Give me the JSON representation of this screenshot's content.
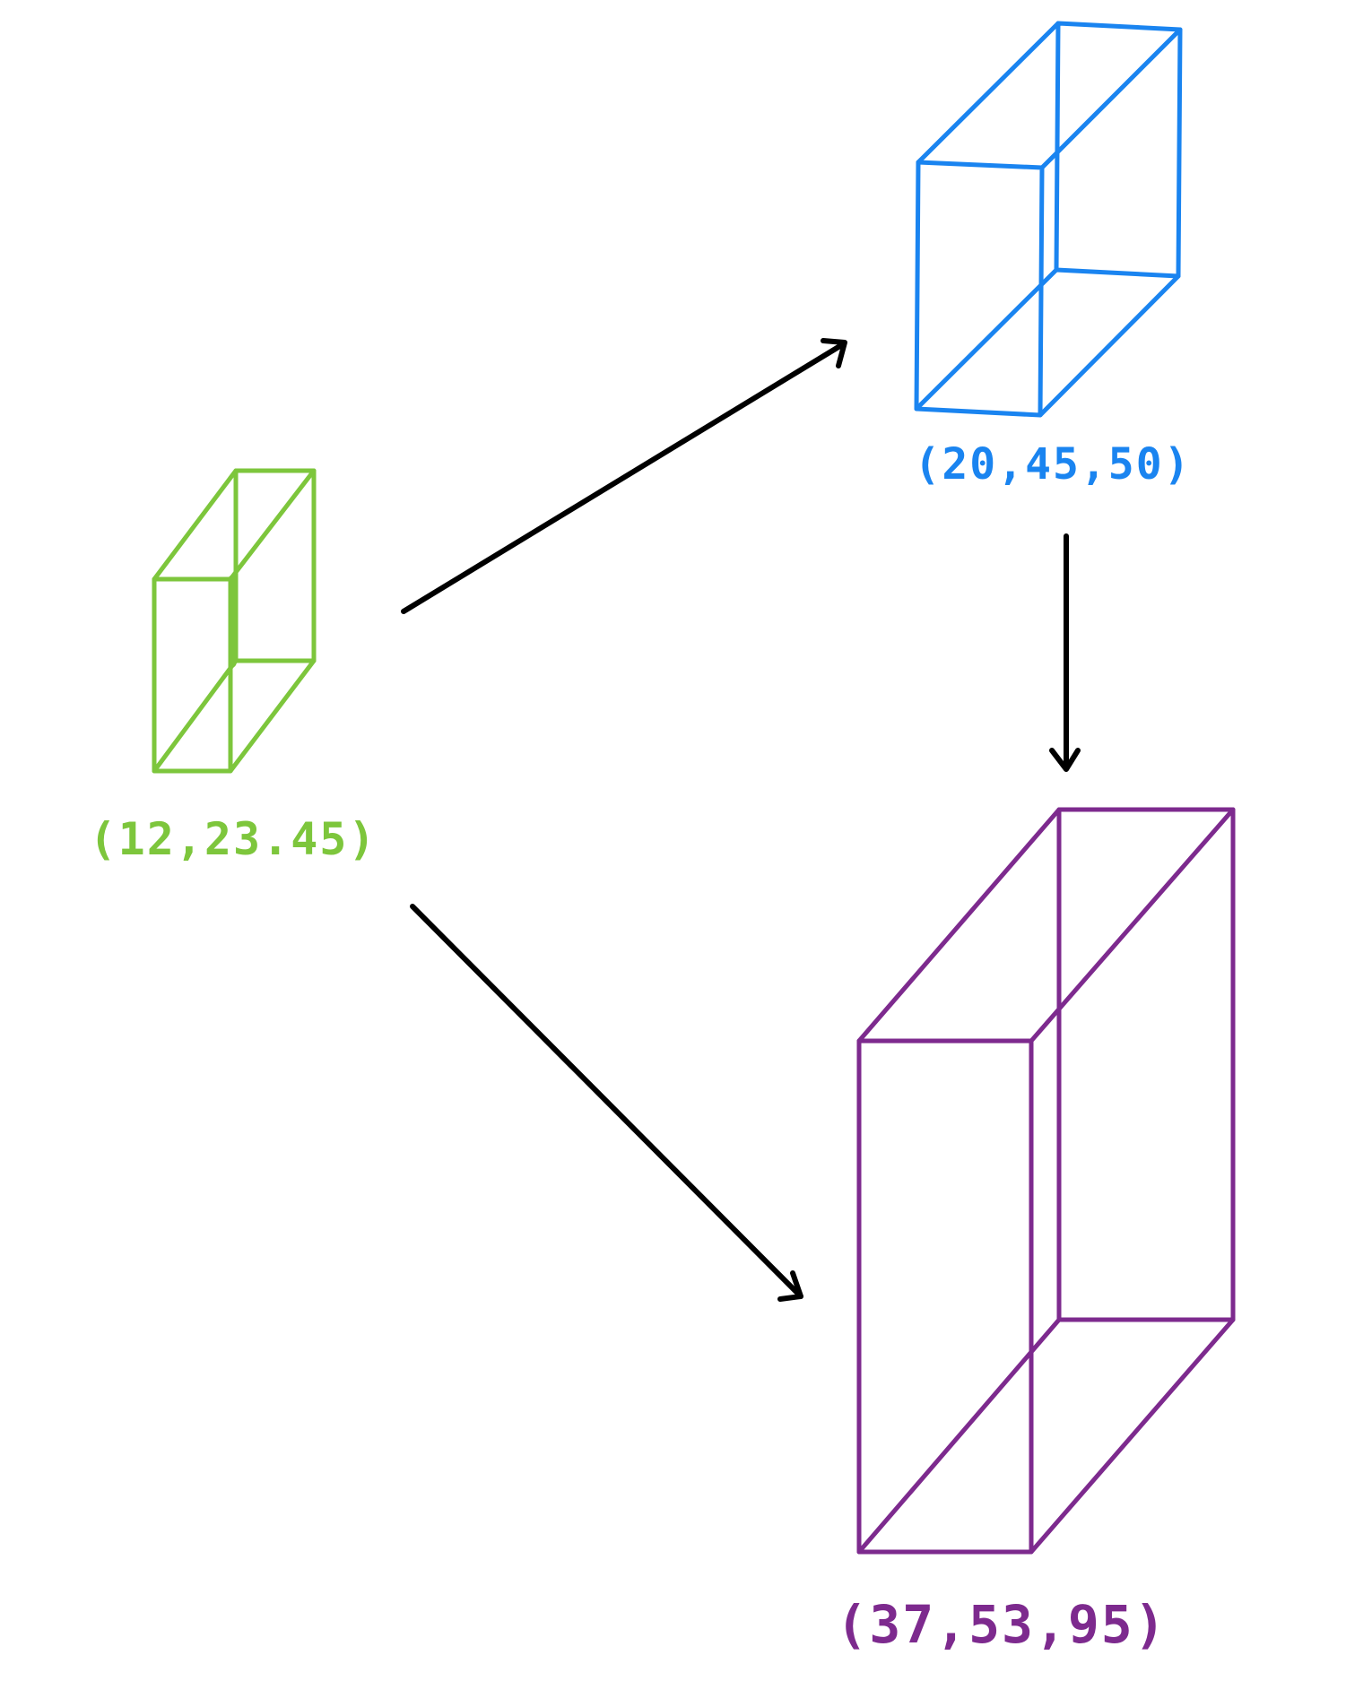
{
  "colors": {
    "green": "#7dc63c",
    "blue": "#1a84f0",
    "purple": "#7d2a8e",
    "arrow": "#000000"
  },
  "boxes": {
    "small": {
      "label": "(12,23.45)",
      "color": "#7dc63c"
    },
    "medium": {
      "label": "(20,45,50)",
      "color": "#1a84f0"
    },
    "large": {
      "label": "(37,53,95)",
      "color": "#7d2a8e"
    }
  },
  "arrows": [
    {
      "from": "small",
      "to": "medium"
    },
    {
      "from": "small",
      "to": "large"
    },
    {
      "from": "medium",
      "to": "large"
    }
  ]
}
